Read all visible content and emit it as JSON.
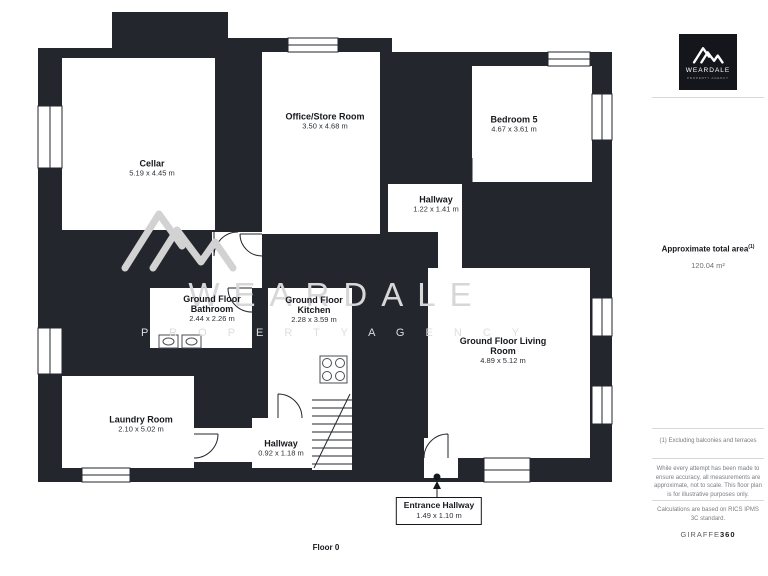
{
  "floor": {
    "label": "Floor 0"
  },
  "rooms": [
    {
      "name": "Cellar",
      "dims": "5.19 x 4.45 m"
    },
    {
      "name": "Office/Store Room",
      "dims": "3.50 x 4.68 m"
    },
    {
      "name": "Bedroom 5",
      "dims": "4.67 x 3.61 m"
    },
    {
      "name": "Hallway",
      "dims": "1.22 x 1.41 m"
    },
    {
      "name": "Ground Floor Bathroom",
      "dims": "2.44 x 2.26 m"
    },
    {
      "name": "Ground Floor Kitchen",
      "dims": "2.28 x 3.59 m"
    },
    {
      "name": "Ground Floor Living Room",
      "dims": "4.89 x 5.12 m"
    },
    {
      "name": "Laundry Room",
      "dims": "2.10 x 5.02 m"
    },
    {
      "name": "Hallway",
      "dims": "0.92 x 1.18 m"
    },
    {
      "name": "Entrance Hallway",
      "dims": "1.49 x 1.10 m"
    }
  ],
  "watermark": {
    "brand": "WEARDALE",
    "tagline": "P R O P E R T Y   A G E N C Y"
  },
  "logo": {
    "brand": "WEARDALE",
    "tagline": "PROPERTY AGENCY"
  },
  "sidebar": {
    "total_area_label": "Approximate total area",
    "total_area_sup": "(1)",
    "total_area_value": "120.04 m²",
    "footnote": "(1) Excluding balconies and terraces",
    "disclaimer": "While every attempt has been made to ensure accuracy, all measurements are approximate, not to scale. This floor plan is for illustrative purposes only.",
    "standard": "Calculations are based on RICS IPMS 3C standard.",
    "credit_brand": "GIRAFFE",
    "credit_number": "360"
  },
  "colors": {
    "wall": "#23262d",
    "room": "#ffffff",
    "watermark": "#d7d7d7"
  }
}
